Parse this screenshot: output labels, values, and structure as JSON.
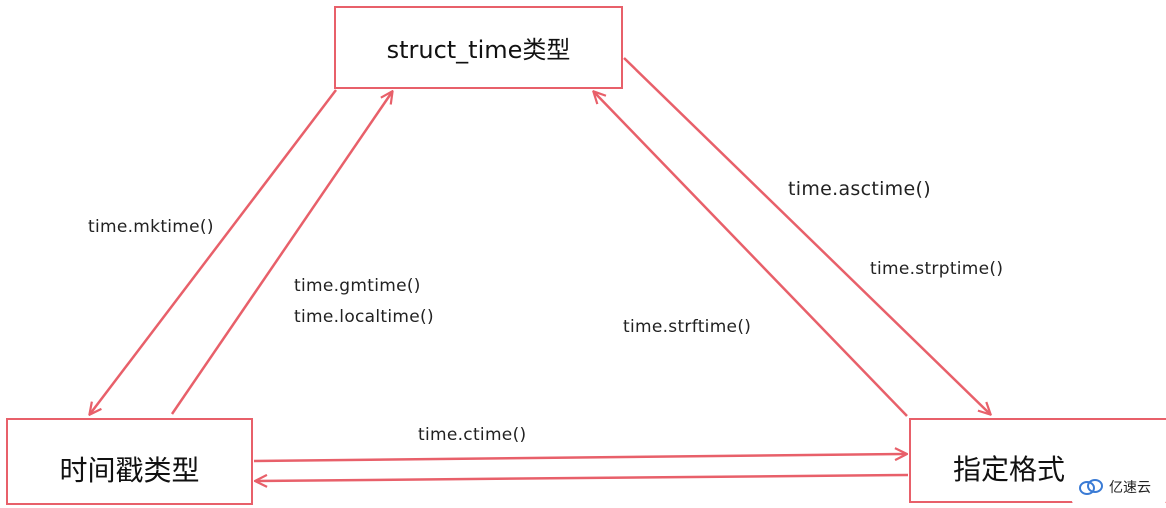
{
  "nodes": {
    "struct_time": "struct_time类型",
    "timestamp": "时间戳类型",
    "formatted": "指定格式"
  },
  "edges": {
    "mktime": "time.mktime()",
    "gmtime": "time.gmtime()",
    "localtime": "time.localtime()",
    "strftime": "time.strftime()",
    "asctime": "time.asctime()",
    "strptime": "time.strptime()",
    "ctime": "time.ctime()"
  },
  "watermark": "亿速云",
  "colors": {
    "line": "#e8606a",
    "text": "#222222",
    "watermark_blue": "#3a7bd5"
  }
}
